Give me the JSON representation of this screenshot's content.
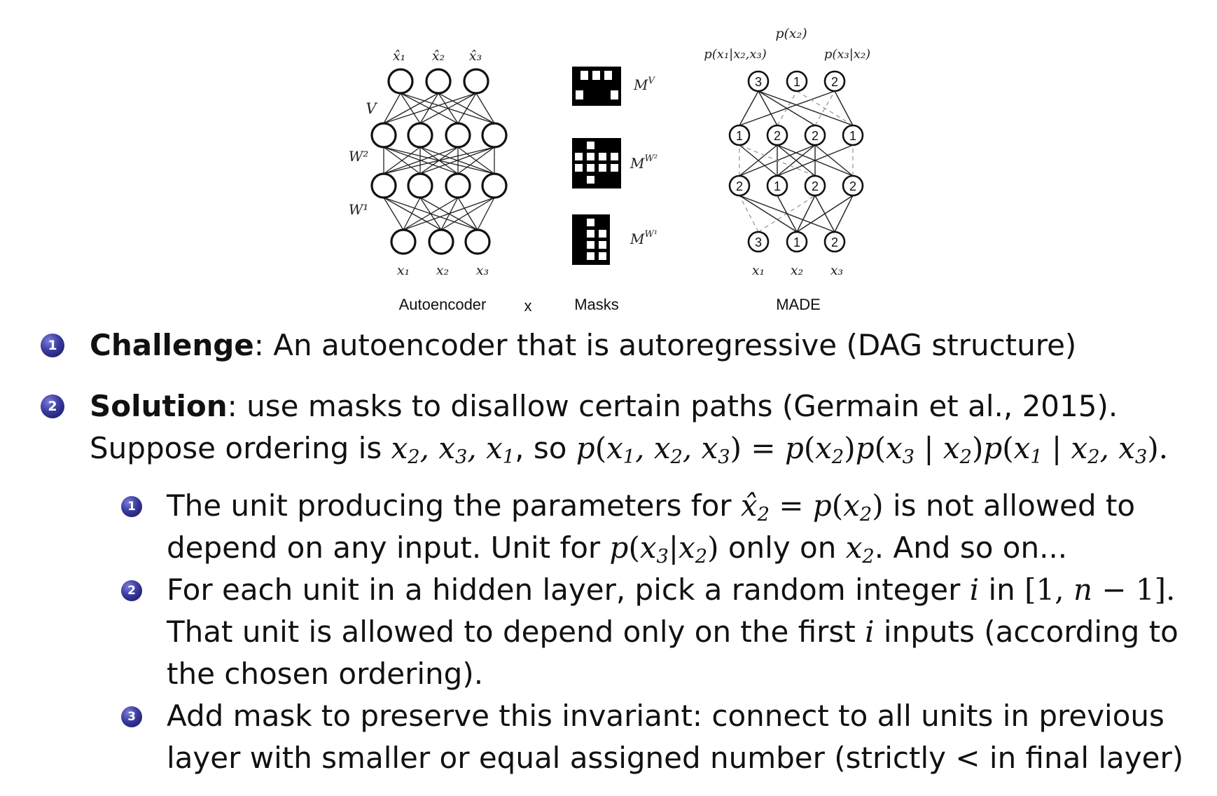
{
  "figure": {
    "autoencoder": {
      "caption": "Autoencoder",
      "outputs": [
        "x̂₁",
        "x̂₂",
        "x̂₃"
      ],
      "inputs": [
        "x₁",
        "x₂",
        "x₃"
      ],
      "weights": [
        "V",
        "W²",
        "W¹"
      ]
    },
    "times": "x",
    "masks": {
      "caption": "Masks",
      "labels": [
        "M^V",
        "M^{W²}",
        "M^{W¹}"
      ]
    },
    "made": {
      "caption": "MADE",
      "top_label": "p(x₂)",
      "left_label": "p(x₁|x₂,x₃)",
      "right_label": "p(x₃|x₂)",
      "output_numbers": [
        "3",
        "1",
        "2"
      ],
      "hidden2_numbers": [
        "1",
        "2",
        "2",
        "1"
      ],
      "hidden1_numbers": [
        "2",
        "1",
        "2",
        "2"
      ],
      "input_numbers": [
        "3",
        "1",
        "2"
      ],
      "inputs": [
        "x₁",
        "x₂",
        "x₃"
      ]
    }
  },
  "list": {
    "item1": {
      "number": "1",
      "bold": "Challenge",
      "text": ": An autoencoder that is autoregressive (DAG structure)"
    },
    "item2": {
      "number": "2",
      "bold": "Solution",
      "text": ": use masks to disallow certain paths (Germain et al., 2015).",
      "line2_prefix": "Suppose ordering is ",
      "line2_suffix": ", so ",
      "sub_items": [
        {
          "number": "1",
          "line1a": "The unit producing the parameters for ",
          "line1b": " is not allowed to",
          "line2a": "depend on any input. Unit for ",
          "line2b": " only on ",
          "line2c": ". And so on..."
        },
        {
          "number": "2",
          "line1a": "For each unit in a hidden layer, pick a random integer ",
          "line1b": " in ",
          "line2": "That unit is allowed to depend only on the first ",
          "line2b": " inputs (according to",
          "line3": "the chosen ordering)."
        },
        {
          "number": "3",
          "line1": "Add mask to preserve this invariant: connect to all units in previous",
          "line2": "layer with smaller or equal assigned number (strictly < in final layer)"
        }
      ]
    }
  }
}
